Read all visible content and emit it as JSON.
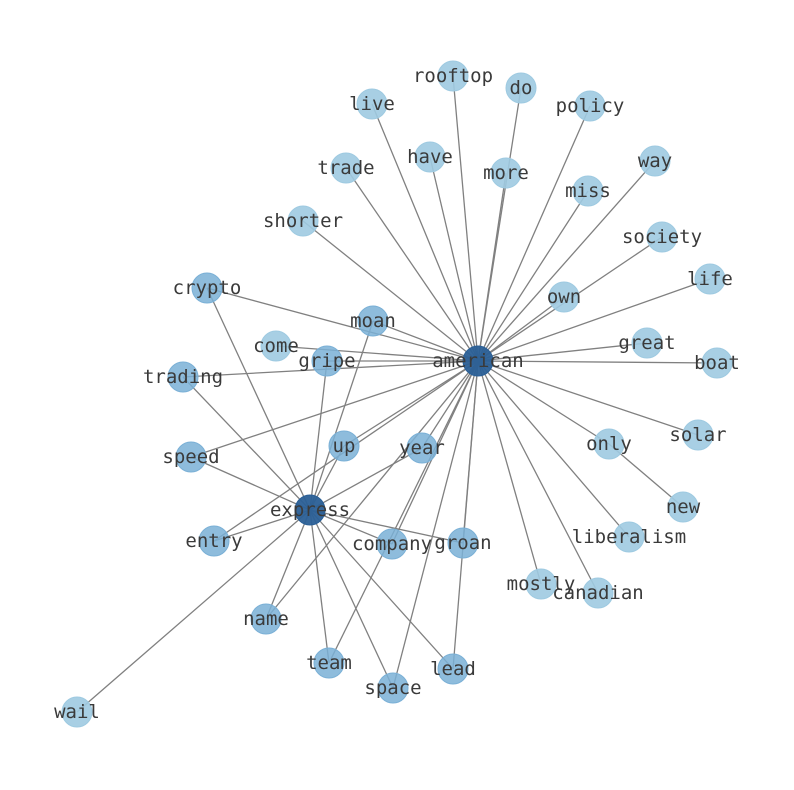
{
  "graph": {
    "colors": {
      "hub_dark": "#2a5f96",
      "hub_mid": "#7ab0d6",
      "leaf": "#9ecae1",
      "edge": "#808080",
      "label": "#3a3a3a"
    },
    "nodes": [
      {
        "id": "american",
        "label": "american",
        "tier": "hub_dark"
      },
      {
        "id": "express",
        "label": "express",
        "tier": "hub_dark"
      },
      {
        "id": "rooftop",
        "label": "rooftop",
        "tier": "leaf"
      },
      {
        "id": "do",
        "label": "do",
        "tier": "leaf"
      },
      {
        "id": "live",
        "label": "live",
        "tier": "leaf"
      },
      {
        "id": "policy",
        "label": "policy",
        "tier": "leaf"
      },
      {
        "id": "have",
        "label": "have",
        "tier": "leaf"
      },
      {
        "id": "trade",
        "label": "trade",
        "tier": "leaf"
      },
      {
        "id": "more",
        "label": "more",
        "tier": "leaf"
      },
      {
        "id": "way",
        "label": "way",
        "tier": "leaf"
      },
      {
        "id": "miss",
        "label": "miss",
        "tier": "leaf"
      },
      {
        "id": "shorter",
        "label": "shorter",
        "tier": "leaf"
      },
      {
        "id": "society",
        "label": "society",
        "tier": "leaf"
      },
      {
        "id": "life",
        "label": "life",
        "tier": "leaf"
      },
      {
        "id": "crypto",
        "label": "crypto",
        "tier": "hub_mid"
      },
      {
        "id": "own",
        "label": "own",
        "tier": "leaf"
      },
      {
        "id": "moan",
        "label": "moan",
        "tier": "hub_mid"
      },
      {
        "id": "come",
        "label": "come",
        "tier": "leaf"
      },
      {
        "id": "great",
        "label": "great",
        "tier": "leaf"
      },
      {
        "id": "gripe",
        "label": "gripe",
        "tier": "hub_mid"
      },
      {
        "id": "boat",
        "label": "boat",
        "tier": "leaf"
      },
      {
        "id": "trading",
        "label": "trading",
        "tier": "hub_mid"
      },
      {
        "id": "solar",
        "label": "solar",
        "tier": "leaf"
      },
      {
        "id": "up",
        "label": "up",
        "tier": "hub_mid"
      },
      {
        "id": "year",
        "label": "year",
        "tier": "hub_mid"
      },
      {
        "id": "only",
        "label": "only",
        "tier": "leaf"
      },
      {
        "id": "speed",
        "label": "speed",
        "tier": "hub_mid"
      },
      {
        "id": "new",
        "label": "new",
        "tier": "leaf"
      },
      {
        "id": "entry",
        "label": "entry",
        "tier": "hub_mid"
      },
      {
        "id": "company",
        "label": "company",
        "tier": "hub_mid"
      },
      {
        "id": "groan",
        "label": "groan",
        "tier": "hub_mid"
      },
      {
        "id": "liberalism",
        "label": "liberalism",
        "tier": "leaf"
      },
      {
        "id": "mostly",
        "label": "mostly",
        "tier": "leaf"
      },
      {
        "id": "canadian",
        "label": "canadian",
        "tier": "leaf"
      },
      {
        "id": "name",
        "label": "name",
        "tier": "hub_mid"
      },
      {
        "id": "team",
        "label": "team",
        "tier": "hub_mid"
      },
      {
        "id": "lead",
        "label": "lead",
        "tier": "hub_mid"
      },
      {
        "id": "space",
        "label": "space",
        "tier": "hub_mid"
      },
      {
        "id": "wail",
        "label": "wail",
        "tier": "leaf"
      }
    ],
    "edges": [
      [
        "american",
        "rooftop"
      ],
      [
        "american",
        "do"
      ],
      [
        "american",
        "live"
      ],
      [
        "american",
        "policy"
      ],
      [
        "american",
        "have"
      ],
      [
        "american",
        "trade"
      ],
      [
        "american",
        "more"
      ],
      [
        "american",
        "way"
      ],
      [
        "american",
        "miss"
      ],
      [
        "american",
        "shorter"
      ],
      [
        "american",
        "society"
      ],
      [
        "american",
        "life"
      ],
      [
        "american",
        "crypto"
      ],
      [
        "american",
        "own"
      ],
      [
        "american",
        "moan"
      ],
      [
        "american",
        "come"
      ],
      [
        "american",
        "great"
      ],
      [
        "american",
        "gripe"
      ],
      [
        "american",
        "boat"
      ],
      [
        "american",
        "trading"
      ],
      [
        "american",
        "solar"
      ],
      [
        "american",
        "up"
      ],
      [
        "american",
        "year"
      ],
      [
        "american",
        "only"
      ],
      [
        "american",
        "speed"
      ],
      [
        "american",
        "entry"
      ],
      [
        "american",
        "company"
      ],
      [
        "american",
        "groan"
      ],
      [
        "american",
        "liberalism"
      ],
      [
        "american",
        "mostly"
      ],
      [
        "american",
        "canadian"
      ],
      [
        "american",
        "name"
      ],
      [
        "american",
        "team"
      ],
      [
        "american",
        "lead"
      ],
      [
        "american",
        "space"
      ],
      [
        "only",
        "new"
      ],
      [
        "express",
        "crypto"
      ],
      [
        "express",
        "moan"
      ],
      [
        "express",
        "gripe"
      ],
      [
        "express",
        "trading"
      ],
      [
        "express",
        "up"
      ],
      [
        "express",
        "year"
      ],
      [
        "express",
        "speed"
      ],
      [
        "express",
        "entry"
      ],
      [
        "express",
        "company"
      ],
      [
        "express",
        "groan"
      ],
      [
        "express",
        "name"
      ],
      [
        "express",
        "team"
      ],
      [
        "express",
        "lead"
      ],
      [
        "express",
        "space"
      ],
      [
        "express",
        "wail"
      ]
    ]
  }
}
